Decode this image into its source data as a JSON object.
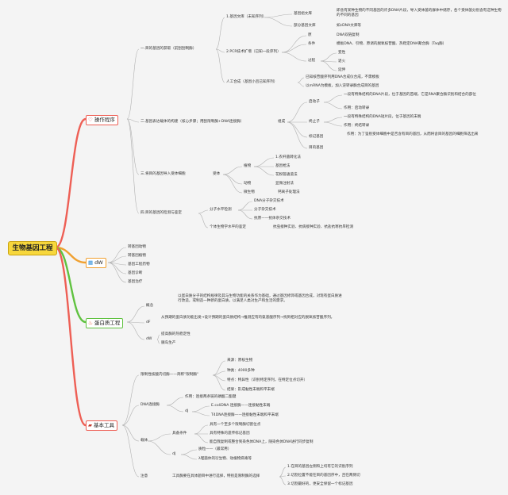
{
  "root": {
    "label": "生物基因工程"
  },
  "colors": {
    "branch1": "#ee5f55",
    "branch2": "#f0a030",
    "branch3": "#60c240",
    "branch4": "#ee5f55",
    "line": "#b0b0b0",
    "root": "#f7d73c"
  },
  "branch1": {
    "label": "操作程序",
    "icon": "heart-icon",
    "s1": {
      "label": "一.目的基因的获取（前刮刮制酶）",
      "a": {
        "label": "1.基因文库（未知序列）",
        "genomic": {
          "label": "基因组文库",
          "desc": "即含有某种生物的不同基因的许多DNA片段，导入受体菌的群体中储存，各个受体菌分别含有这种生物的不同的基因"
        },
        "partial": {
          "label": "部分基因文库",
          "desc": "如cDNA文库等"
        }
      },
      "b": {
        "label": "2.PCR技术扩增（已知一段序列）",
        "principle_key": "原",
        "principle": "DNA双链复制",
        "conditions_key": "条件",
        "conditions": "模板DNA、引物、原调的脱氧核苷酸、热稳定DNA聚合酶（Taq酶）",
        "process_key": "过程",
        "steps": [
          "变性",
          "退火",
          "延伸"
        ]
      },
      "c": {
        "label": "人工合成（基因小且已知序列）",
        "items": [
          "已知核苷酸序列用DNA合成仪合成，不需模板",
          "以mRNA为模板，加入逆转录酶合成目的基因"
        ]
      }
    },
    "s2": {
      "label": "二.基因表达载体的构建（核心步骤；用刮限制酶+DNA连接酶）",
      "k": "组成",
      "promoter": {
        "label": "启动子",
        "desc": "一段有特殊结构的DNA片段，位于基因的首端，它是RNA聚合酶识别和结合的部位",
        "func": "作用：启动转录"
      },
      "terminator": {
        "label": "终止子",
        "desc": "一段有特殊结构的DNA短片段，位于基因的末端",
        "func": "作用：终结转录"
      },
      "marker": {
        "label": "标记基因",
        "func": "作用：为了鉴别受体细胞中是否含有目的基因，从而将含目的基因的细胞筛选出来"
      },
      "target": {
        "label": "目的基因"
      }
    },
    "s3": {
      "label": "三.将目的基因导入受体细胞",
      "k": "受体",
      "plant": {
        "label": "植物",
        "methods": [
          "1.农杆菌转化法",
          "基因枪法",
          "花粉管通道法"
        ]
      },
      "animal": {
        "label": "动物",
        "method": "显微注射法"
      },
      "microbe": {
        "label": "微生物",
        "method": "钙离子处理法"
      }
    },
    "s4": {
      "label": "四.目的基因的检测与鉴定",
      "molecular": {
        "label": "分子水平检测",
        "items": [
          "DNA分子杂交技术",
          "分子杂交技术",
          "抗原——抗体杂交技术"
        ]
      },
      "individual": {
        "label": "个体生物学水平的鉴定",
        "desc": "抗虫接种实验、抗病接种实验、抗盐抗寒抗旱检测"
      }
    }
  },
  "branch2": {
    "label": "dW",
    "icon": "grid-icon",
    "items": [
      "转基因动物",
      "转基因植物",
      "基因工程药物",
      "基因诊断",
      "基因治疗"
    ]
  },
  "branch3": {
    "label": "蛋白质工程",
    "icon": "fire-icon",
    "concept": {
      "label": "概念",
      "desc": "以蛋白质分子的结构规律及其与生物功能的关系作为基础，通过基因修饰或基因合成，对现有蛋白质进行改造，或制造一种新的蛋白质，以满足人类对生产和生活的需求。"
    },
    "flow": {
      "label": "dF",
      "desc": "从预期的蛋白质功能出发→设计预期的蛋白质结构→推测应有的氨基酸序列→找到相对应的脱氧核苷酸序列。"
    },
    "app": {
      "label": "dW",
      "items": [
        "提高酶的热稳定性",
        "胰岛生产"
      ]
    }
  },
  "branch4": {
    "label": "基本工具",
    "icon": "briefcase-icon",
    "enzyme": {
      "label": "限制性核酸内切酶——简称\"限制酶\"",
      "items": [
        "来源：原核生物",
        "种类：4000多种",
        "特点：特异性（识别特定序列，在特定位点切开）",
        "结果：形成黏性末端和平末端"
      ]
    },
    "ligase": {
      "label": "DNA连接酶",
      "function": "作用：连接两条链的磷酸二酯键",
      "types_key": "dJ",
      "types": [
        "E.coliDNA 连接酶——连接黏性末端",
        "T4DNA连接酶——连接黏性末端和平末端"
      ]
    },
    "vector": {
      "label": "载体",
      "cond_key": "具备条件",
      "conditions": [
        "具有一个至多个限制酶切割位点",
        "具有特殊的遗传标记基因",
        "能自我复制或整合到染色体DNA上，随染色体DNA进行同步复制"
      ],
      "types_key": "dJ",
      "types": [
        "质粒——（最常用）",
        "λ噬菌体的衍生物、动植物病毒等"
      ]
    },
    "note": {
      "label": "注意",
      "desc": "工具酶要在具体题目中进行选择，特别是限制酶的选择",
      "items": [
        "1.在目的基因左侧和上均有它的识别序列",
        "2.切割位置不能在目的基因序中，且在两侧切",
        "3.切割最好的，更安全保留一个标记基因"
      ]
    }
  }
}
